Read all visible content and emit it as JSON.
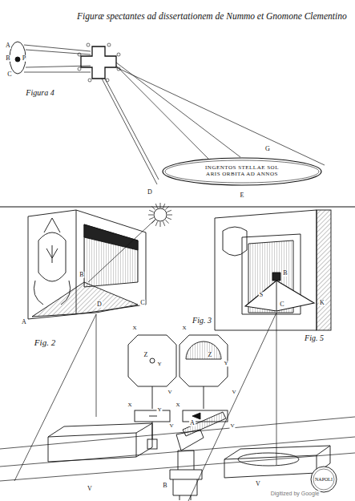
{
  "diagram": {
    "title": "Figuræ spectantes ad dissertationem de Nummo et Gnomone Clementino",
    "nodes": [
      {
        "text": [
          "INGENTOS STELLAE SOL",
          "ARIS ORBITA AD ANNOS"
        ]
      },
      {
        "text": [
          "NAPOLI"
        ]
      }
    ],
    "labels": [
      "A",
      "B",
      "P",
      "C",
      "Figura 4",
      "G",
      "D",
      "E",
      "A",
      "B",
      "C",
      "D",
      "Fig. 2",
      "Fig. 3",
      "Fig. 5",
      "X",
      "Z",
      "Y",
      "V",
      "X",
      "Z",
      "Y",
      "V",
      "X",
      "Y",
      "V",
      "X",
      "V",
      "S",
      "C",
      "B",
      "K",
      "A",
      "B",
      "V",
      "V",
      "Digitized by Google"
    ]
  }
}
